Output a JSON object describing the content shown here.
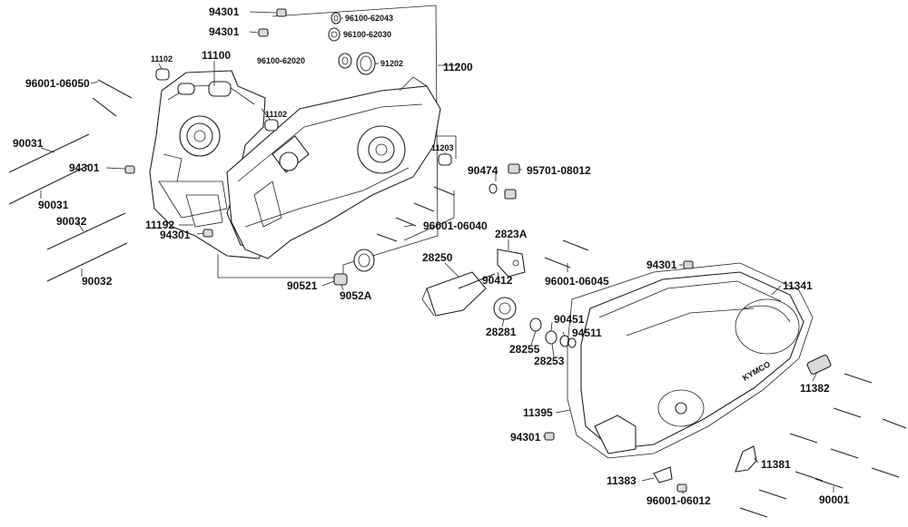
{
  "labels": {
    "p94301_a": "94301",
    "p94301_b": "94301",
    "p96100_62043": "96100-62043",
    "p96100_62030": "96100-62030",
    "p96100_62020": "96100-62020",
    "p91202": "91202",
    "p11200": "11200",
    "p11102_a": "11102",
    "p11100": "11100",
    "p96001_06050": "96001-06050",
    "p11102_b": "11102",
    "p90031_a": "90031",
    "p94301_c": "94301",
    "p90031_b": "90031",
    "p11203": "11203",
    "p90474": "90474",
    "p95701_08012": "95701-08012",
    "p90032_a": "90032",
    "p11192": "11192",
    "p96001_06040": "96001-06040",
    "p94301_d": "94301",
    "p2823A": "2823A",
    "p90032_b": "90032",
    "p28250": "28250",
    "p90521": "90521",
    "p9052A": "9052A",
    "p90412": "90412",
    "p96001_06045": "96001-06045",
    "p94301_e": "94301",
    "p11341": "11341",
    "p28281": "28281",
    "p90451": "90451",
    "p94511": "94511",
    "p28255": "28255",
    "p28253": "28253",
    "p11382": "11382",
    "p11395": "11395",
    "p94301_f": "94301",
    "p11381": "11381",
    "p11383": "11383",
    "p96001_06012": "96001-06012",
    "p90001": "90001"
  },
  "cover_logo": "KYMCO"
}
